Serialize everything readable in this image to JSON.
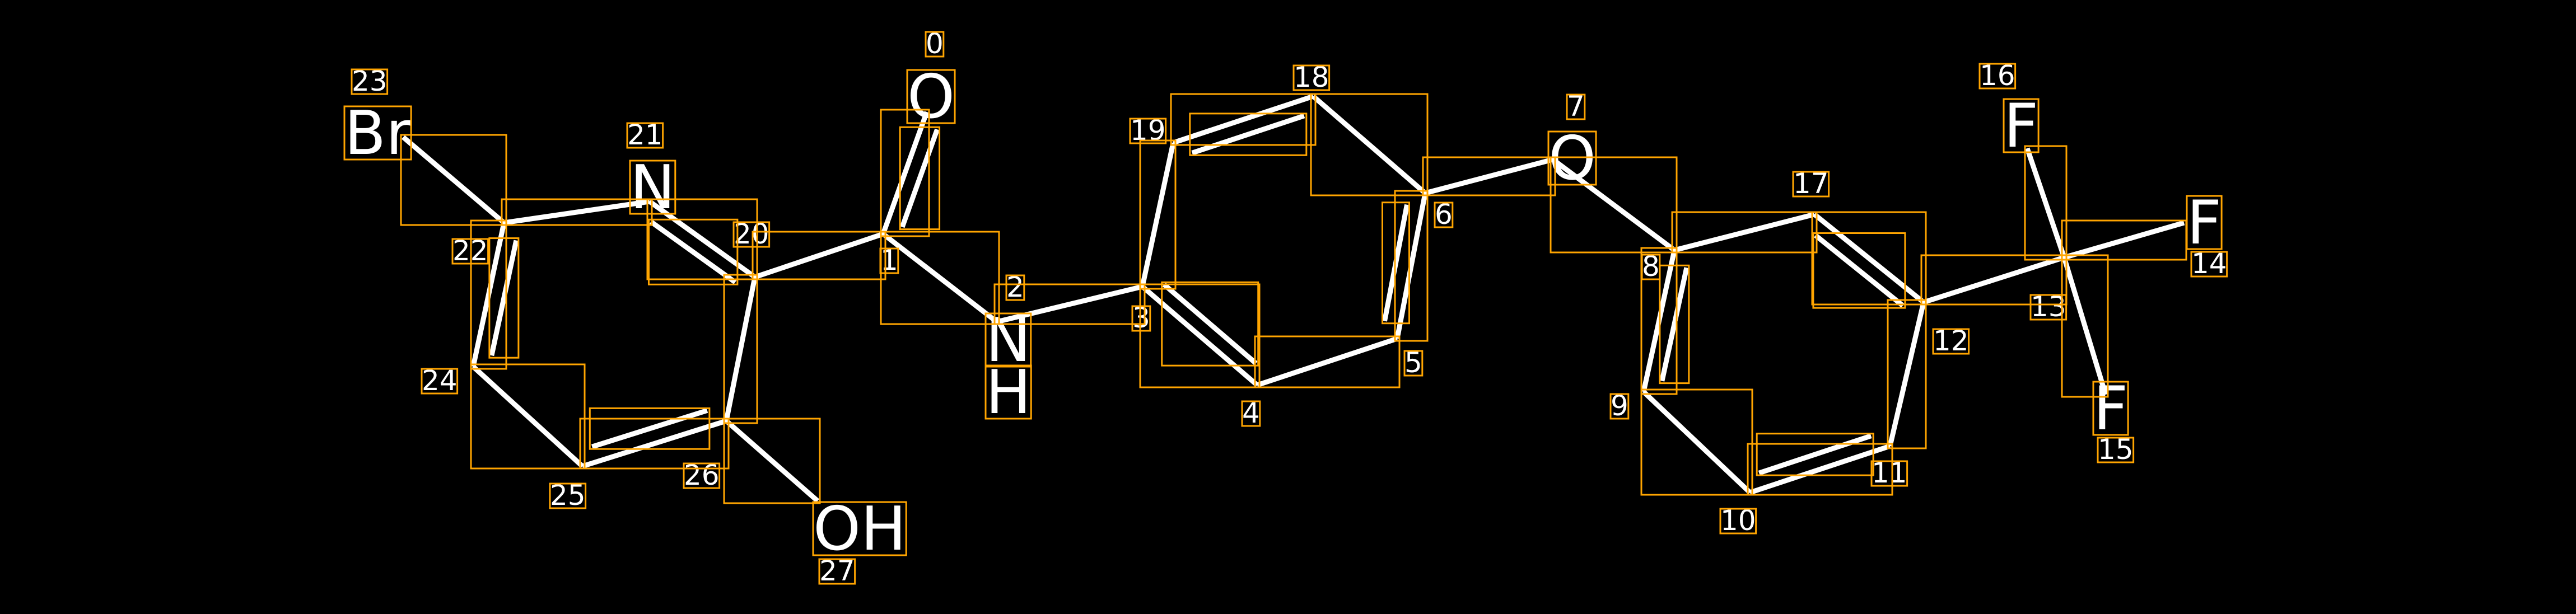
{
  "diagram": {
    "type": "molecule-annotation",
    "atoms": [
      {
        "id": "0",
        "label": "O"
      },
      {
        "id": "1",
        "label": ""
      },
      {
        "id": "2",
        "label": "N",
        "sub": "H"
      },
      {
        "id": "3",
        "label": ""
      },
      {
        "id": "4",
        "label": ""
      },
      {
        "id": "5",
        "label": ""
      },
      {
        "id": "6",
        "label": ""
      },
      {
        "id": "7",
        "label": "O"
      },
      {
        "id": "8",
        "label": ""
      },
      {
        "id": "9",
        "label": ""
      },
      {
        "id": "10",
        "label": ""
      },
      {
        "id": "11",
        "label": ""
      },
      {
        "id": "12",
        "label": ""
      },
      {
        "id": "13",
        "label": ""
      },
      {
        "id": "14",
        "label": "F"
      },
      {
        "id": "15",
        "label": "F"
      },
      {
        "id": "16",
        "label": "F"
      },
      {
        "id": "17",
        "label": ""
      },
      {
        "id": "18",
        "label": ""
      },
      {
        "id": "19",
        "label": ""
      },
      {
        "id": "20",
        "label": ""
      },
      {
        "id": "21",
        "label": "N"
      },
      {
        "id": "22",
        "label": ""
      },
      {
        "id": "23",
        "label": "Br"
      },
      {
        "id": "24",
        "label": ""
      },
      {
        "id": "25",
        "label": ""
      },
      {
        "id": "26",
        "label": ""
      },
      {
        "id": "27",
        "label": "OH"
      }
    ],
    "bonds": [
      [
        23,
        22,
        1
      ],
      [
        22,
        21,
        1
      ],
      [
        21,
        20,
        2
      ],
      [
        20,
        1,
        1
      ],
      [
        1,
        0,
        2
      ],
      [
        1,
        2,
        1
      ],
      [
        2,
        3,
        1
      ],
      [
        3,
        4,
        2
      ],
      [
        4,
        5,
        1
      ],
      [
        5,
        6,
        2
      ],
      [
        6,
        18,
        1
      ],
      [
        18,
        19,
        2
      ],
      [
        19,
        3,
        1
      ],
      [
        6,
        7,
        1
      ],
      [
        7,
        8,
        1
      ],
      [
        8,
        17,
        1
      ],
      [
        17,
        12,
        2
      ],
      [
        12,
        11,
        1
      ],
      [
        11,
        10,
        2
      ],
      [
        10,
        9,
        1
      ],
      [
        9,
        8,
        2
      ],
      [
        12,
        13,
        1
      ],
      [
        13,
        16,
        1
      ],
      [
        13,
        14,
        1
      ],
      [
        13,
        15,
        1
      ],
      [
        22,
        24,
        2
      ],
      [
        24,
        25,
        1
      ],
      [
        25,
        26,
        2
      ],
      [
        26,
        20,
        1
      ],
      [
        26,
        27,
        1
      ]
    ],
    "colors": {
      "background": "#000000",
      "bond": "#FFFFFF",
      "annotation_box": "#FFA500"
    }
  }
}
